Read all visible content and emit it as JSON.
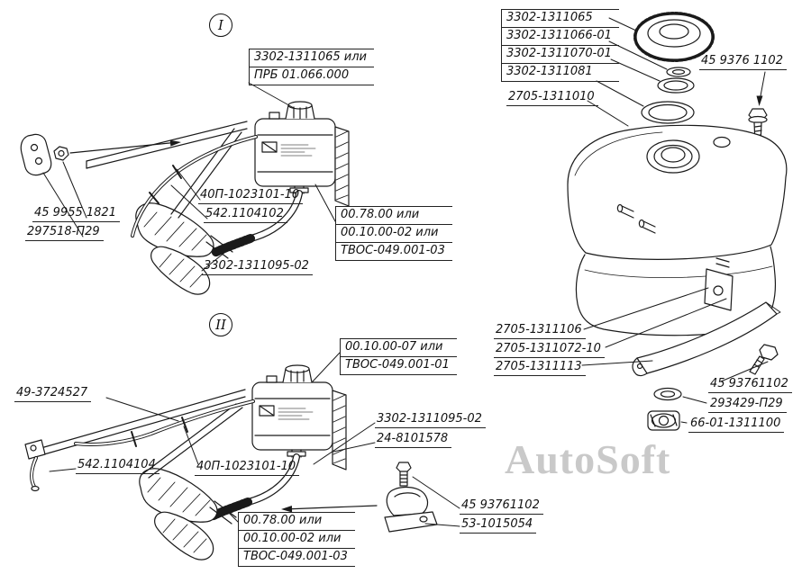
{
  "watermark": "AutoSoft",
  "view_markers": {
    "one": "I",
    "two": "II"
  },
  "diagram1": {
    "cap_variants": [
      "3302-1311065 или",
      "ПРБ 01.066.000"
    ],
    "clamp": "40П-1023101-10",
    "hose_thin": "542.1104102",
    "washer": "45 9955 1821",
    "nut": "297518-П29",
    "hose_outlet": "3302-1311095-02",
    "tank_variants": [
      "00.78.00 или",
      "00.10.00-02 или",
      "ТВОС-049.001-03"
    ]
  },
  "diagram2": {
    "tank_variants": [
      "00.10.00-07 или",
      "ТВОС-049.001-01"
    ],
    "bracket": "49-3724527",
    "hose_thin": "542.1104104",
    "clamp": "40П-1023101-10",
    "hose_outlet": "3302-1311095-02",
    "grommet": "24-8101578",
    "bolt": "45 93761102",
    "clamp_plate": "53-1015054",
    "tank_variants_alt": [
      "00.78.00 или",
      "00.10.00-02 или",
      "ТВОС-049.001-03"
    ]
  },
  "exploded": {
    "cap_variants": [
      "3302-1311065",
      "3302-1311066-01",
      "3302-1311070-01",
      "3302-1311081"
    ],
    "tank": "2705-1311010",
    "bolt_upper": "45 9376 1102",
    "bracket": "2705-1311106",
    "strap_bolt": "2705-1311072-10",
    "strap": "2705-1311113",
    "bolt_lower": "45 93761102",
    "washer": "293429-П29",
    "nut": "66-01-1311100"
  }
}
